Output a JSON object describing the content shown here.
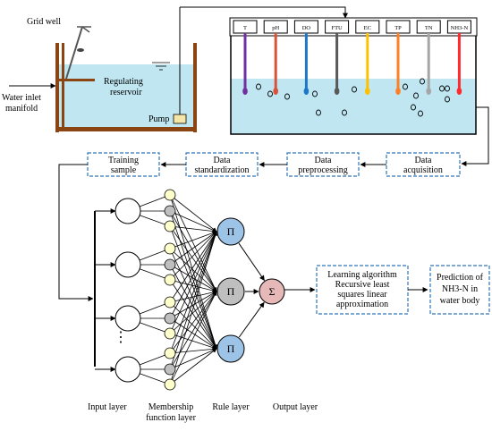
{
  "plant": {
    "grid_well": "Grid well",
    "water_inlet_line1": "Water inlet",
    "water_inlet_line2": "manifold",
    "reservoir_line1": "Regulating",
    "reservoir_line2": "reservoir",
    "pump": "Pump"
  },
  "sensors": [
    "T",
    "pH",
    "DO",
    "FTU",
    "EC",
    "TP",
    "TN",
    "NH3-N"
  ],
  "colors": {
    "water": "#bfe6f1",
    "sensor_T": "#7030a0",
    "sensor_pH": "#d9533a",
    "sensor_DO": "#1f77c8",
    "sensor_FTU": "#595959",
    "sensor_EC": "#ffc000",
    "sensor_TP": "#ff7f27",
    "sensor_TN": "#a6a6a6",
    "sensor_NH3N": "#ff2a2a",
    "box_border": "#2e75b6",
    "membership_fill": "#ffffcc",
    "grey_fill": "#bfbfbf",
    "rule_fill": "#9dc3e6",
    "sum_fill": "#e6b9b8"
  },
  "pipeline": {
    "data_acquisition_1": "Data",
    "data_acquisition_2": "acquisition",
    "data_preprocessing_1": "Data",
    "data_preprocessing_2": "preprocessing",
    "data_standardization_1": "Data",
    "data_standardization_2": "standardization",
    "training_sample_1": "Training",
    "training_sample_2": "sample"
  },
  "network": {
    "pi_symbol": "Π",
    "sigma_symbol": "Σ",
    "ellipsis": "⋮"
  },
  "learning": {
    "line1": "Learning algorithm",
    "line2": "Recursive least",
    "line3": "squares linear",
    "line4": "approximation"
  },
  "prediction": {
    "line1": "Prediction of",
    "line2": "NH3-N in",
    "line3": "water body"
  },
  "layers": {
    "input": "Input layer",
    "membership_1": "Membership",
    "membership_2": "function layer",
    "rule": "Rule layer",
    "output": "Output layer"
  }
}
